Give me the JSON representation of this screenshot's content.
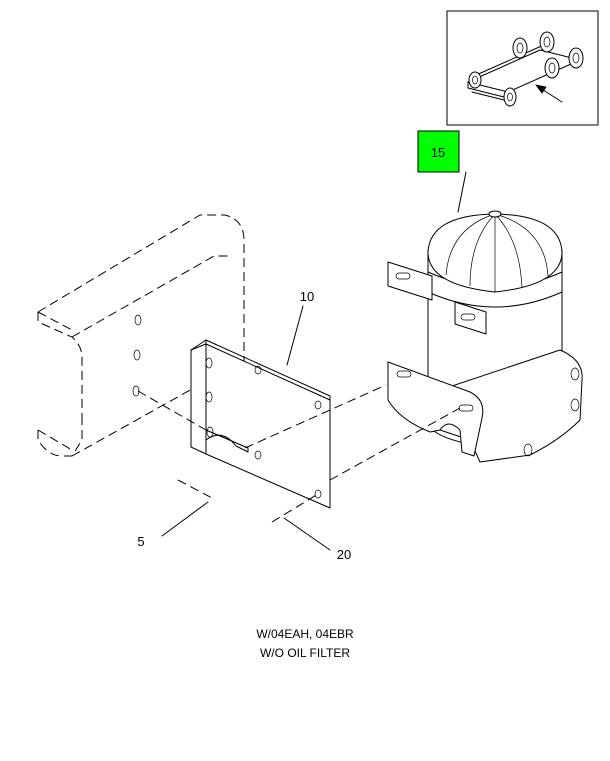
{
  "callouts": {
    "c5": "5",
    "c10": "10",
    "c15": "15",
    "c20": "20"
  },
  "highlight_color": "#00ff00",
  "notes": {
    "line1": "W/04EAH, 04EBR",
    "line2": "W/O OIL FILTER"
  }
}
